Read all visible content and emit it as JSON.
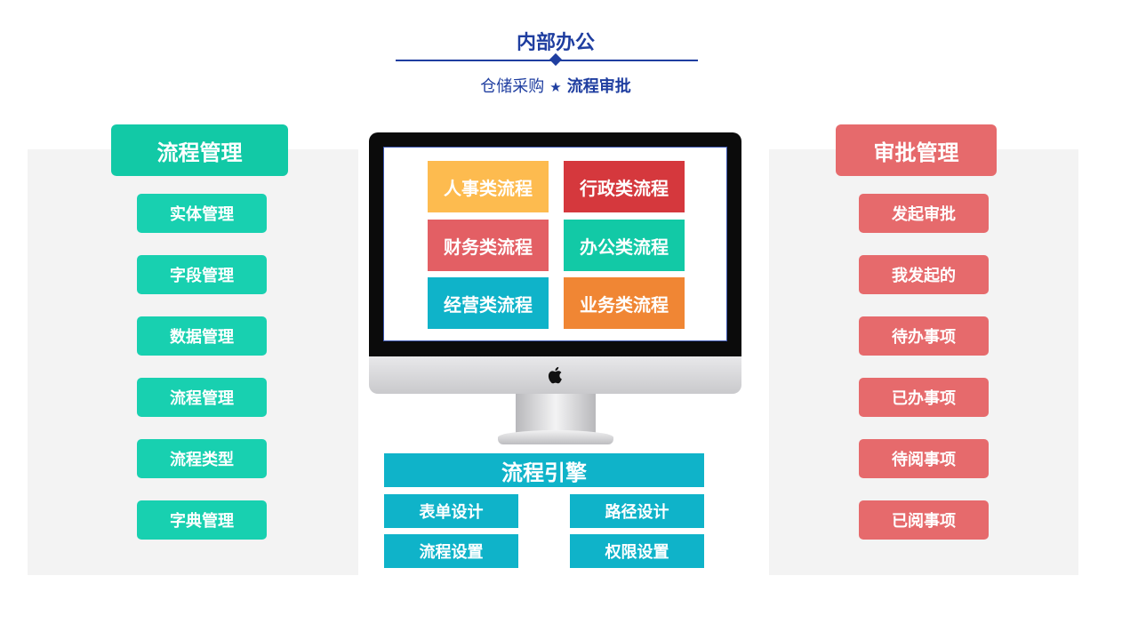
{
  "header": {
    "title": "内部办公",
    "subtitle_left": "仓储采购",
    "subtitle_star": "★",
    "subtitle_right": "流程审批"
  },
  "left_panel": {
    "title": "流程管理",
    "items": [
      {
        "label": "实体管理"
      },
      {
        "label": "字段管理"
      },
      {
        "label": "数据管理"
      },
      {
        "label": "流程管理"
      },
      {
        "label": "流程类型"
      },
      {
        "label": "字典管理"
      }
    ]
  },
  "right_panel": {
    "title": "审批管理",
    "items": [
      {
        "label": "发起审批"
      },
      {
        "label": "我发起的"
      },
      {
        "label": "待办事项"
      },
      {
        "label": "已办事项"
      },
      {
        "label": "待阅事项"
      },
      {
        "label": "已阅事项"
      }
    ]
  },
  "monitor": {
    "icon": "apple-logo-icon",
    "tiles": [
      {
        "label": "人事类流程",
        "color": "#fdbb4f"
      },
      {
        "label": "行政类流程",
        "color": "#d5383d"
      },
      {
        "label": "财务类流程",
        "color": "#e35f64"
      },
      {
        "label": "办公类流程",
        "color": "#12c9a6"
      },
      {
        "label": "经营类流程",
        "color": "#0fb3c9"
      },
      {
        "label": "业务类流程",
        "color": "#f08634"
      }
    ]
  },
  "engine": {
    "title": "流程引擎",
    "items": [
      {
        "label": "表单设计"
      },
      {
        "label": "路径设计"
      },
      {
        "label": "流程设置"
      },
      {
        "label": "权限设置"
      }
    ]
  },
  "colors": {
    "navy": "#1f3ea0",
    "teal": "#12c9a6",
    "coral": "#e66a6c",
    "cyan": "#0fb3c9",
    "panel_bg": "#f3f3f3"
  }
}
